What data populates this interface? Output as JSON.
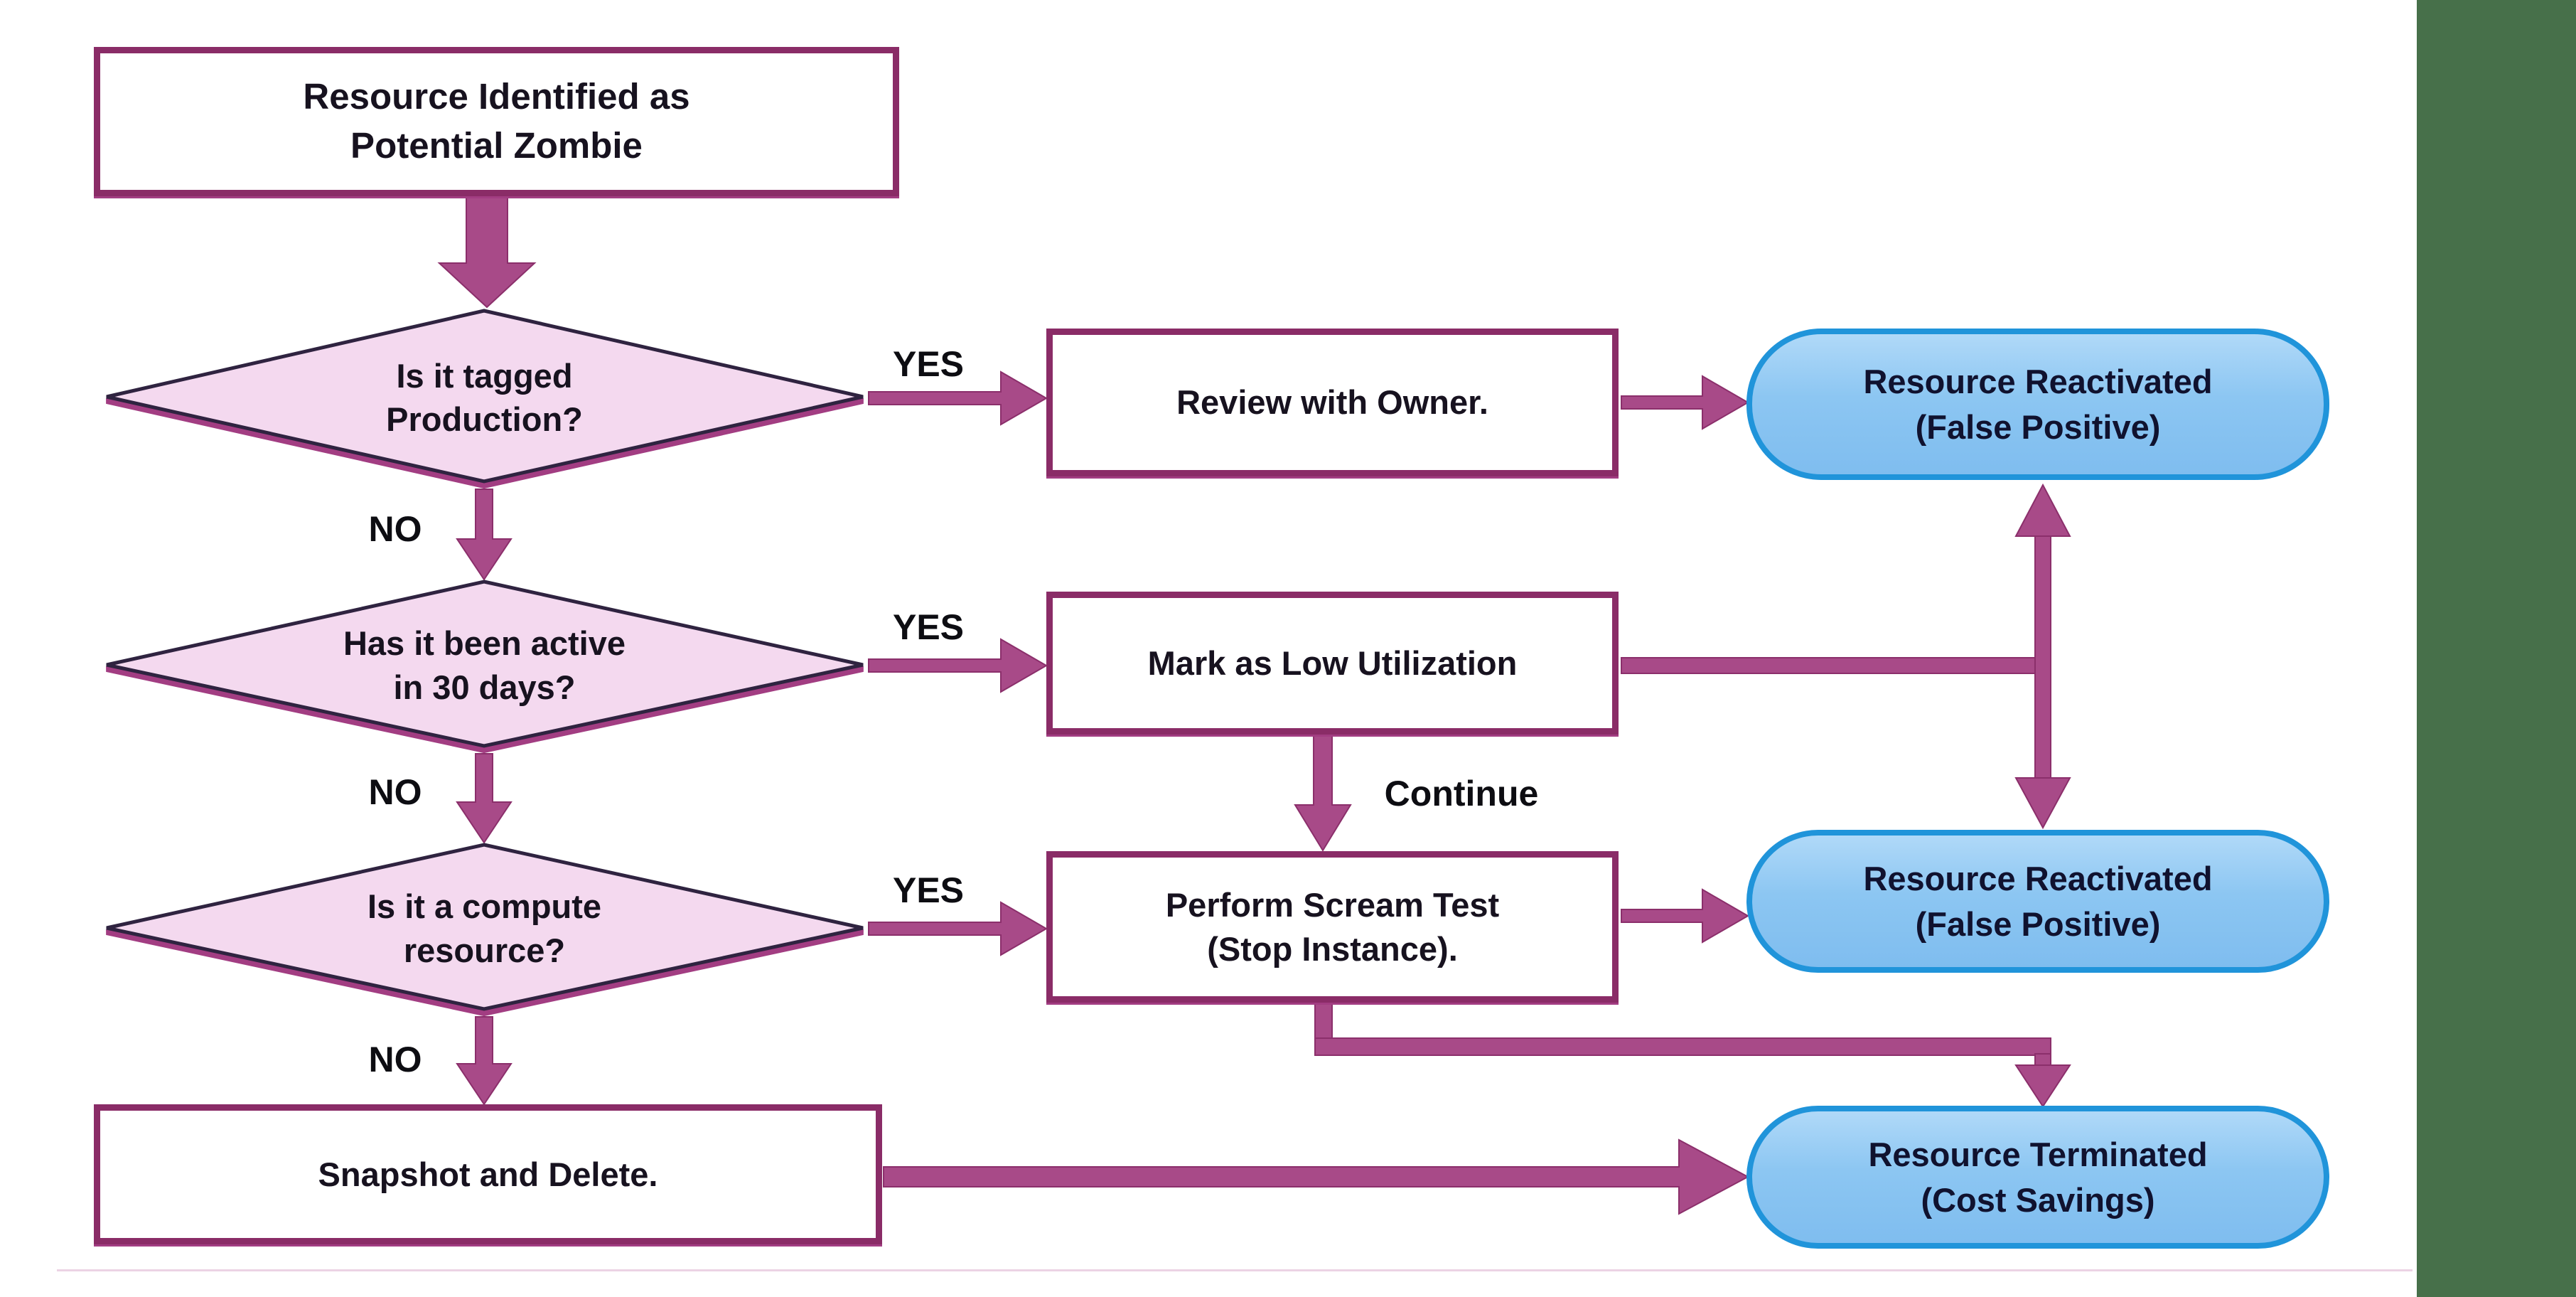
{
  "colors": {
    "background": "#ffffff",
    "arrow_magenta": "#a84a88",
    "arrow_edge": "#8b2f6b",
    "node_border": "#8a2c67",
    "diamond_fill": "#f4d9ef",
    "diamond_edge_dark": "#2f2340",
    "diamond_edge_magenta": "#a23d82",
    "pill_fill": "#8cc6f2",
    "pill_border": "#2094da",
    "text_dark": "#17121f",
    "right_strip_green": "#47704a",
    "bottom_rule_pink": "#ecd3e4"
  },
  "nodes": {
    "start": {
      "label": "Resource Identified as\nPotential Zombie"
    },
    "decision_production": {
      "label": "Is it tagged\nProduction?"
    },
    "decision_active": {
      "label": "Has it been active\nin 30 days?"
    },
    "decision_compute": {
      "label": "Is it a compute\nresource?"
    },
    "review": {
      "label": "Review with Owner."
    },
    "mark_low_util": {
      "label": "Mark as Low Utilization"
    },
    "scream_test": {
      "label": "Perform Scream Test\n(Stop Instance)."
    },
    "snapshot_delete": {
      "label": "Snapshot and Delete."
    },
    "reactivated_top": {
      "label": "Resource Reactivated\n(False Positive)"
    },
    "reactivated_mid": {
      "label": "Resource Reactivated\n(False Positive)"
    },
    "terminated": {
      "label": "Resource Terminated\n(Cost Savings)"
    }
  },
  "edge_labels": {
    "yes1": "YES",
    "yes2": "YES",
    "yes3": "YES",
    "no1": "NO",
    "no2": "NO",
    "no3": "NO",
    "continue": "Continue"
  }
}
